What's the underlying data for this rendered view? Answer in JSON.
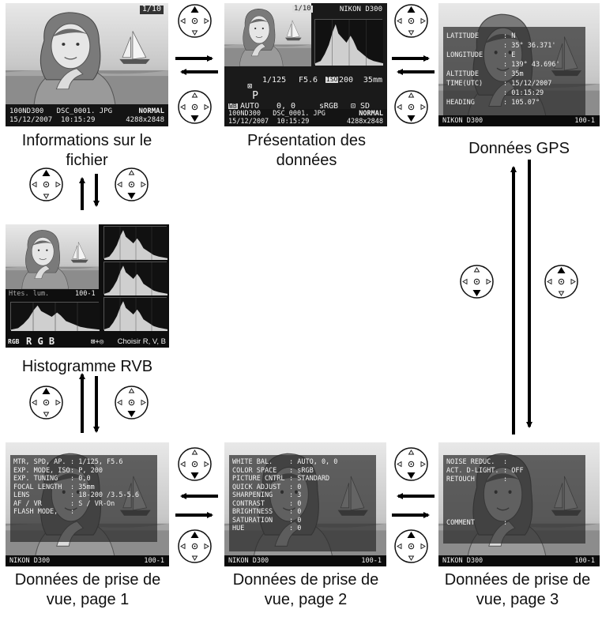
{
  "screens": {
    "file_info": {
      "frame": "1/10",
      "folder_file": "100ND300   DSC_0001. JPG",
      "quality": "NORMAL",
      "datetime": "15/12/2007  10:15:29",
      "size": "4288x2848"
    },
    "overview": {
      "frame": "1/10",
      "camera": "NIKON D300",
      "mode": "P",
      "shutter": "1/125",
      "aperture": "F5.6",
      "iso": "200",
      "focal": "35mm",
      "wb": "AUTO",
      "wb_adjust": "0, 0",
      "color_space": "sRGB",
      "picture_control": "SD",
      "folder_file": "100ND300   DSC_0001. JPG",
      "quality": "NORMAL",
      "datetime": "15/12/2007  10:15:29",
      "size": "4288x2848"
    },
    "gps": {
      "rows": [
        {
          "k": "LATITUDE",
          "v": ": N"
        },
        {
          "k": "",
          "v": ": 35° 36.371'"
        },
        {
          "k": "LONGITUDE",
          "v": ": E"
        },
        {
          "k": "",
          "v": ": 139° 43.696'"
        },
        {
          "k": "ALTITUDE",
          "v": ": 35m"
        },
        {
          "k": "TIME(UTC)",
          "v": ": 15/12/2007"
        },
        {
          "k": "",
          "v": ": 01:15:29"
        },
        {
          "k": "HEADING",
          "v": ": 105.07°"
        }
      ],
      "camera": "NIKON D300",
      "counter": "100-1"
    },
    "rgb_hist": {
      "label": "Htes. lum.",
      "counter": "100-1",
      "rgb_label": "RGB",
      "channels": "R G B",
      "hint": "Choisir R, V, B"
    },
    "shoot1": {
      "rows": [
        {
          "k": "MTR, SPD, AP.",
          "v": ":  1/125, F5.6"
        },
        {
          "k": "EXP. MODE, ISO",
          "v": ": P, 200"
        },
        {
          "k": "   EXP. TUNING",
          "v": ": 0,0"
        },
        {
          "k": "FOCAL LENGTH",
          "v": ": 35mm"
        },
        {
          "k": "LENS",
          "v": ": 18-200    /3.5-5.6"
        },
        {
          "k": "AF / VR",
          "v": ": S / VR-On"
        },
        {
          "k": "FLASH MODE,",
          "v": ":"
        }
      ],
      "camera": "NIKON D300",
      "counter": "100-1"
    },
    "shoot2": {
      "rows": [
        {
          "k": "WHITE BAL.",
          "v": ": AUTO, 0, 0"
        },
        {
          "k": "COLOR SPACE",
          "v": ": sRGB"
        },
        {
          "k": "PICTURE CNTRL",
          "v": ": STANDARD"
        },
        {
          "k": " QUICK ADJUST",
          "v": ": 0"
        },
        {
          "k": " SHARPENING",
          "v": ": 3"
        },
        {
          "k": " CONTRAST",
          "v": ": 0"
        },
        {
          "k": " BRIGHTNESS",
          "v": ": 0"
        },
        {
          "k": " SATURATION",
          "v": ": 0"
        },
        {
          "k": " HUE",
          "v": ": 0"
        }
      ],
      "camera": "NIKON D300",
      "counter": "100-1"
    },
    "shoot3": {
      "rows": [
        {
          "k": "NOISE REDUC.",
          "v": ":"
        },
        {
          "k": "ACT. D-LIGHT.",
          "v": ": OFF"
        },
        {
          "k": "RETOUCH",
          "v": ":"
        },
        {
          "k": "",
          "v": ""
        },
        {
          "k": "",
          "v": ""
        },
        {
          "k": "",
          "v": ""
        },
        {
          "k": "",
          "v": ""
        },
        {
          "k": "COMMENT",
          "v": ":"
        }
      ],
      "camera": "NIKON D300",
      "counter": "100-1"
    }
  },
  "captions": {
    "file_info": "Informations sur le fichier",
    "overview": "Présentation des données",
    "gps": "Données GPS",
    "rgb_hist": "Histogramme RVB",
    "shoot1": "Données de prise de vue, page 1",
    "shoot2": "Données de prise de vue, page 2",
    "shoot3": "Données de prise de vue, page 3"
  },
  "colors": {
    "screen_bg": "#1a1a1a",
    "overlay": "#2d2d2d",
    "arrow": "#000000",
    "dial_active": "#000000"
  },
  "icons": {
    "multi_selector_up": "multi-selector-up-icon",
    "multi_selector_down": "multi-selector-down-icon",
    "arrow": "arrow-icon"
  }
}
